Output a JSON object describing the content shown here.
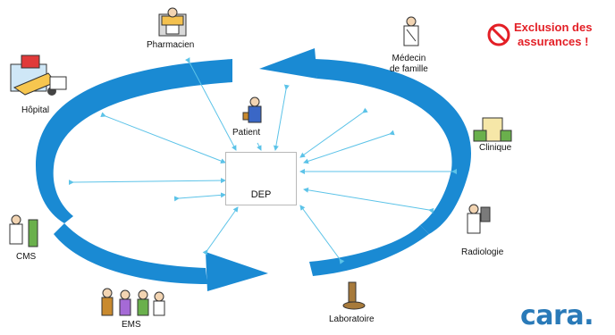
{
  "nodes": {
    "pharmacien": "Pharmacien",
    "medecin_line1": "Médecin",
    "medecin_line2": "de famille",
    "hopital": "Hôpital",
    "patient": "Patient",
    "clinique": "Clinique",
    "radiologie": "Radiologie",
    "cms": "CMS",
    "ems": "EMS",
    "laboratoire": "Laboratoire"
  },
  "center": {
    "label": "DEP"
  },
  "warning": {
    "line1": "Exclusion des",
    "line2": "assurances !",
    "color": "#e31f26"
  },
  "logo": {
    "text": "cara.",
    "color": "#2a7ab8"
  },
  "colors": {
    "arrow_blue": "#1f8fd6",
    "connector": "#5cc3e8"
  }
}
